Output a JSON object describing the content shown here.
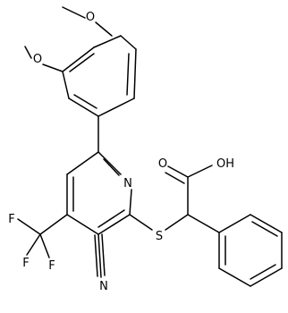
{
  "atom_labels": {
    "o_methoxy_top": "O",
    "o_methoxy_left": "O",
    "n_pyridine": "N",
    "s_thioether": "S",
    "o_carbonyl": "O",
    "oh_acid": "OH",
    "n_nitrile": "N",
    "f_top": "F",
    "f_left": "F",
    "f_right": "F"
  },
  "colors": {
    "bond": "#000000",
    "text": "#000000",
    "background": "#ffffff"
  }
}
